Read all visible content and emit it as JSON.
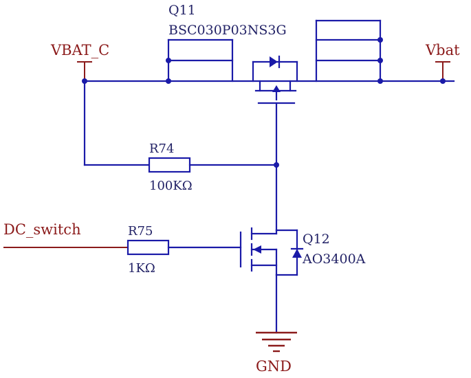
{
  "nets": {
    "vbat_c": "VBAT_C",
    "vbat": "Vbat",
    "dc_switch": "DC_switch",
    "gnd": "GND"
  },
  "q11": {
    "designator": "Q11",
    "part": "BSC030P03NS3G"
  },
  "q12": {
    "designator": "Q12",
    "part": "AO3400A"
  },
  "r74": {
    "designator": "R74",
    "value": "100KΩ"
  },
  "r75": {
    "designator": "R75",
    "value": "1KΩ"
  },
  "colors": {
    "wire": "#1a1aa8",
    "net_label": "#8b1a1a",
    "text": "#222266"
  }
}
